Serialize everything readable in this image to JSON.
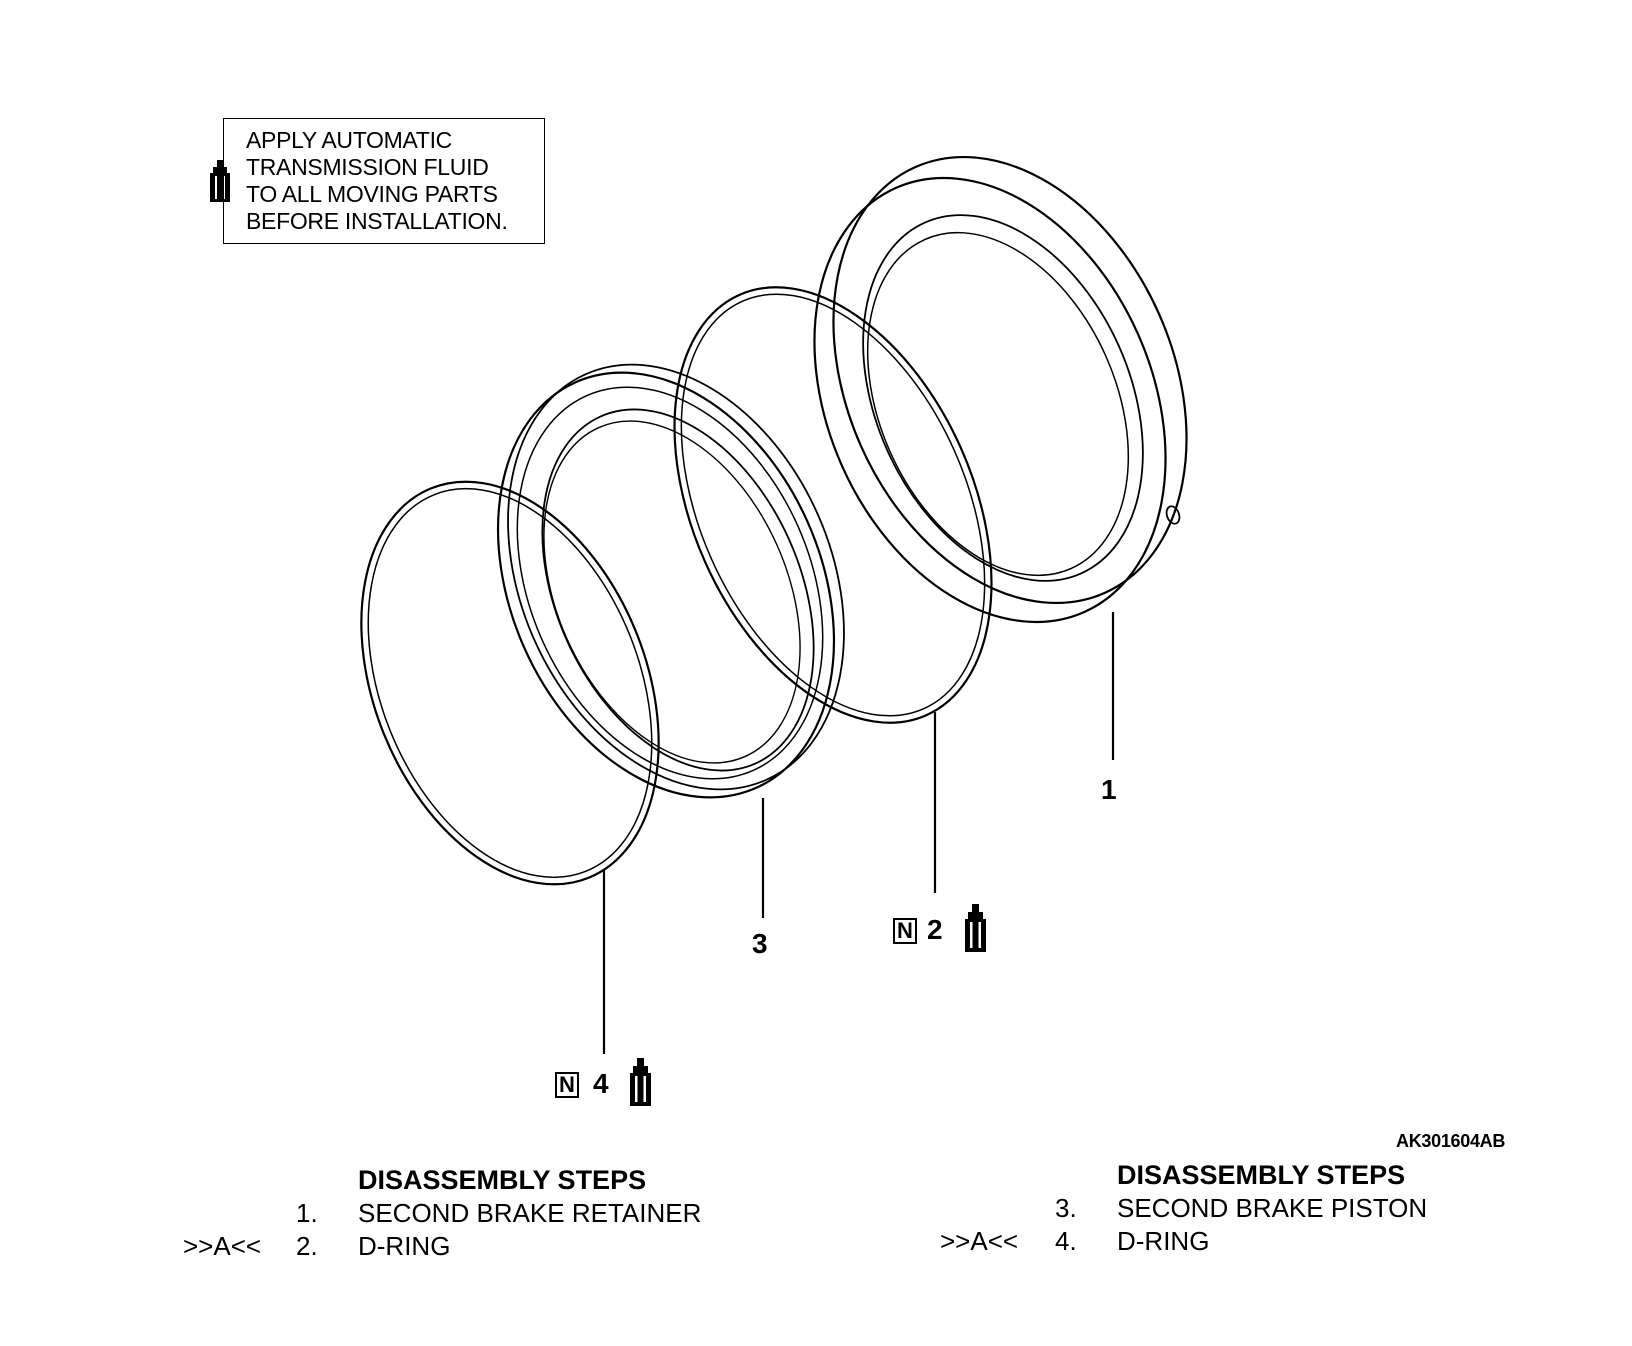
{
  "note": {
    "lines": [
      "APPLY AUTOMATIC",
      "TRANSMISSION FLUID",
      "TO ALL MOVING PARTS",
      "BEFORE INSTALLATION."
    ],
    "icon": "oil-can-icon"
  },
  "callouts": {
    "one": "1",
    "two": "2",
    "three": "3",
    "four": "4",
    "n_badge": "N"
  },
  "figure_code": "AK301604AB",
  "steps_left": {
    "title": "DISASSEMBLY STEPS",
    "rows": [
      {
        "mark": "",
        "num": "1.",
        "text": "SECOND BRAKE RETAINER"
      },
      {
        "mark": ">>A<<",
        "num": "2.",
        "text": "D-RING"
      }
    ]
  },
  "steps_right": {
    "title": "DISASSEMBLY STEPS",
    "rows": [
      {
        "mark": "",
        "num": "3.",
        "text": "SECOND BRAKE PISTON"
      },
      {
        "mark": ">>A<<",
        "num": "4.",
        "text": "D-RING"
      }
    ]
  }
}
